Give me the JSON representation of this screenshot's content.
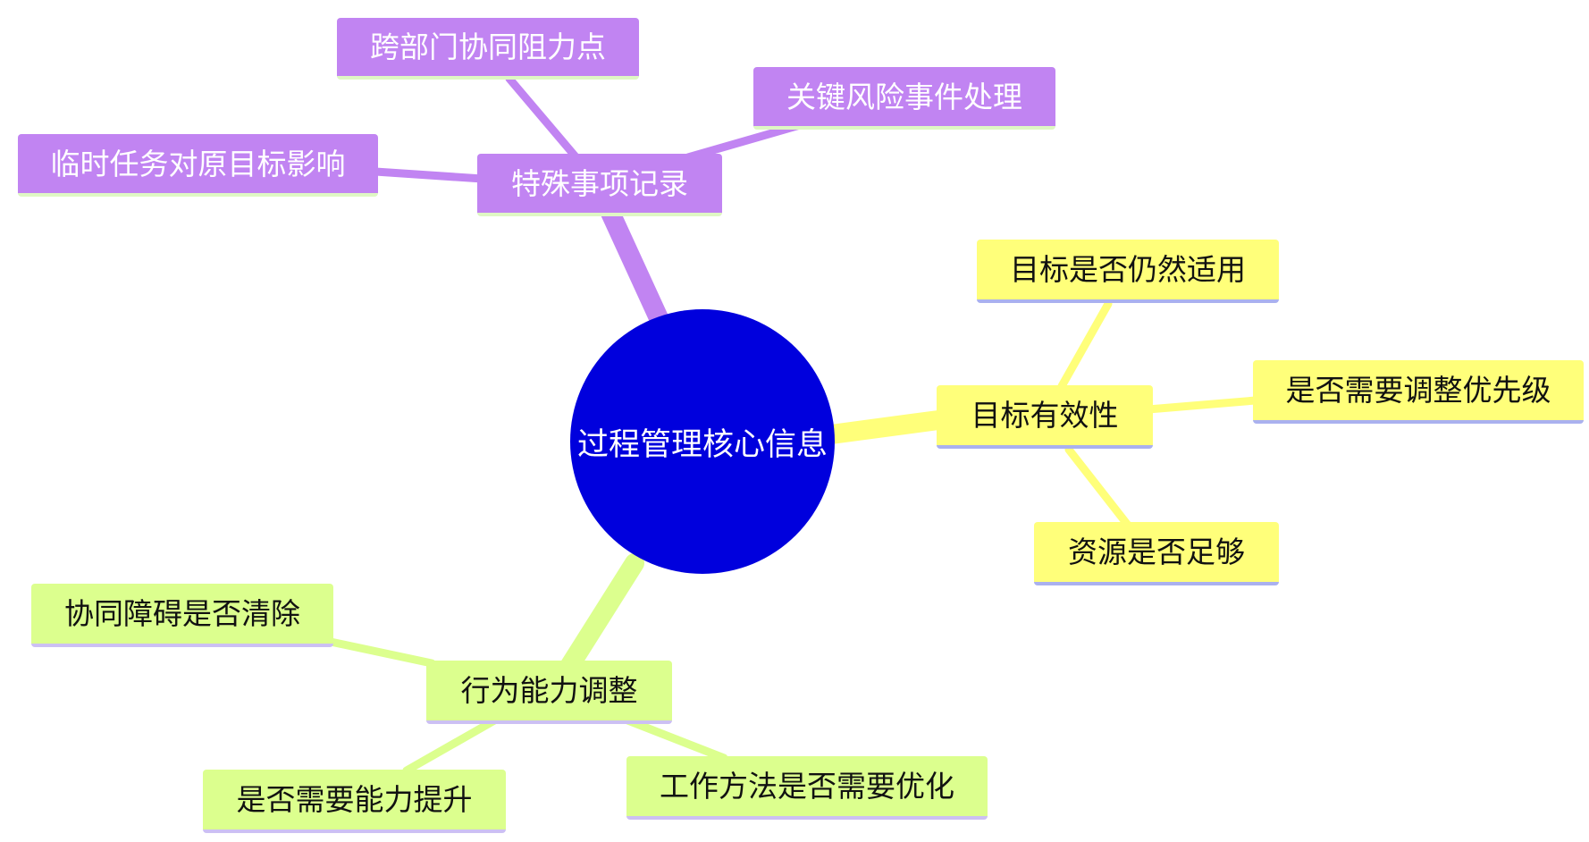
{
  "root": {
    "label": "过程管理核心信息",
    "color": "#0000dd"
  },
  "branches": [
    {
      "label": "特殊事项记录",
      "color": "#c184f2",
      "children": [
        "跨部门协同阻力点",
        "关键风险事件处理",
        "临时任务对原目标影响"
      ]
    },
    {
      "label": "目标有效性",
      "color": "#ffff7a",
      "children": [
        "目标是否仍然适用",
        "是否需要调整优先级",
        "资源是否足够"
      ]
    },
    {
      "label": "行为能力调整",
      "color": "#dcff8e",
      "children": [
        "协同障碍是否清除",
        "是否需要能力提升",
        "工作方法是否需要优化"
      ]
    }
  ]
}
